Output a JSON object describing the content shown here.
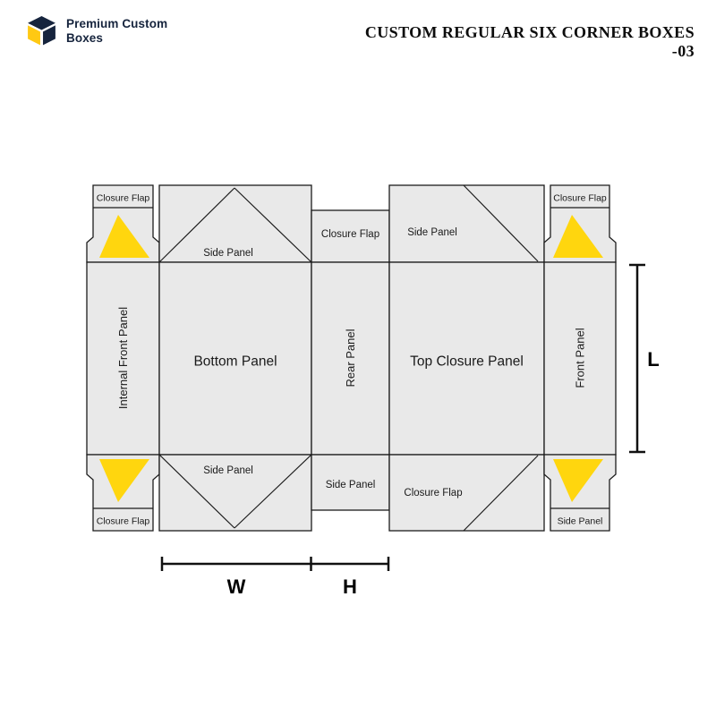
{
  "brand": {
    "name_line1": "Premium Custom",
    "name_line2": "Boxes"
  },
  "title": {
    "line1": "CUSTOM REGULAR SIX CORNER BOXES",
    "line2": "-03"
  },
  "colors": {
    "panel_fill": "#e9e9e9",
    "outline": "#1c1c1c",
    "flap_yellow": "#ffd60e",
    "brand_navy": "#16243d",
    "brand_yellow": "#ffc913"
  },
  "dieline": {
    "top_row": {
      "closure_flap_left": "Closure Flap",
      "side_panel_left": "Side Panel",
      "closure_flap_center": "Closure Flap",
      "side_panel_right": "Side Panel",
      "closure_flap_right": "Closure Flap"
    },
    "main_row": {
      "internal_front_panel": "Internal Front Panel",
      "bottom_panel": "Bottom Panel",
      "rear_panel": "Rear Panel",
      "top_closure_panel": "Top Closure Panel",
      "front_panel": "Front Panel"
    },
    "bottom_row": {
      "closure_flap_left": "Closure Flap",
      "side_panel_left": "Side Panel",
      "side_panel_center": "Side Panel",
      "closure_flap_right": "Closure Flap",
      "side_panel_right": "Side Panel"
    },
    "dimensions": {
      "length": "L",
      "width": "W",
      "height": "H"
    }
  }
}
